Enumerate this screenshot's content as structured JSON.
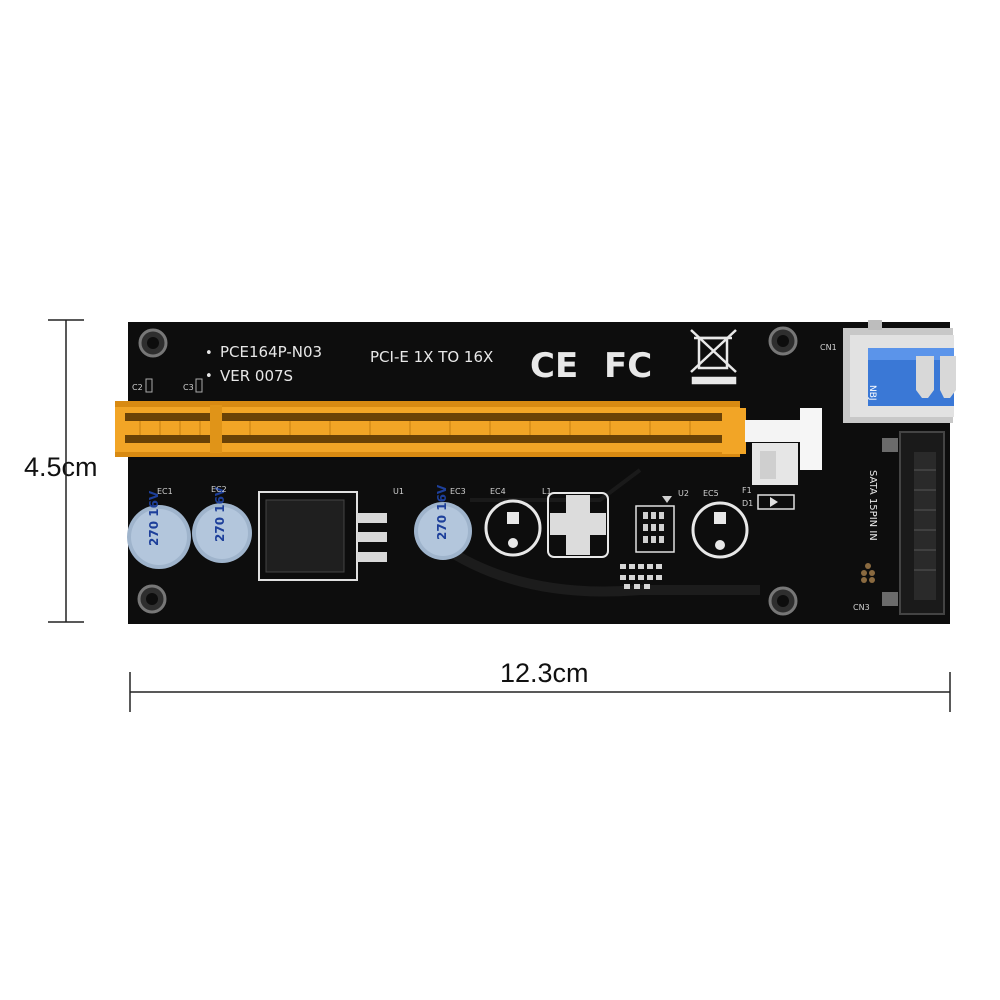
{
  "dimensions": {
    "height_label": "4.5cm",
    "width_label": "12.3cm"
  },
  "board": {
    "model": "PCE164P-N03",
    "version": "VER 007S",
    "description": "PCI-E 1X TO 16X",
    "ce_mark": "CE",
    "fc_mark": "FC",
    "sata_label": "SATA 15PIN IN",
    "usb_label": "NBJ",
    "capacitor_text": "270 16V",
    "refs": {
      "c2": "C2",
      "c3": "C3",
      "ec1": "EC1",
      "ec2": "EC2",
      "ec3": "EC3",
      "ec4": "EC4",
      "ec5": "EC5",
      "u1": "U1",
      "u2": "U2",
      "l1": "L1",
      "f1": "F1",
      "d1": "D1",
      "cn1": "CN1",
      "cn3": "CN3"
    }
  },
  "colors": {
    "pcb": "#0d0d0d",
    "slot": "#f2a526",
    "usb": "#3a78d6",
    "capacitor": "#9fb4cc"
  }
}
